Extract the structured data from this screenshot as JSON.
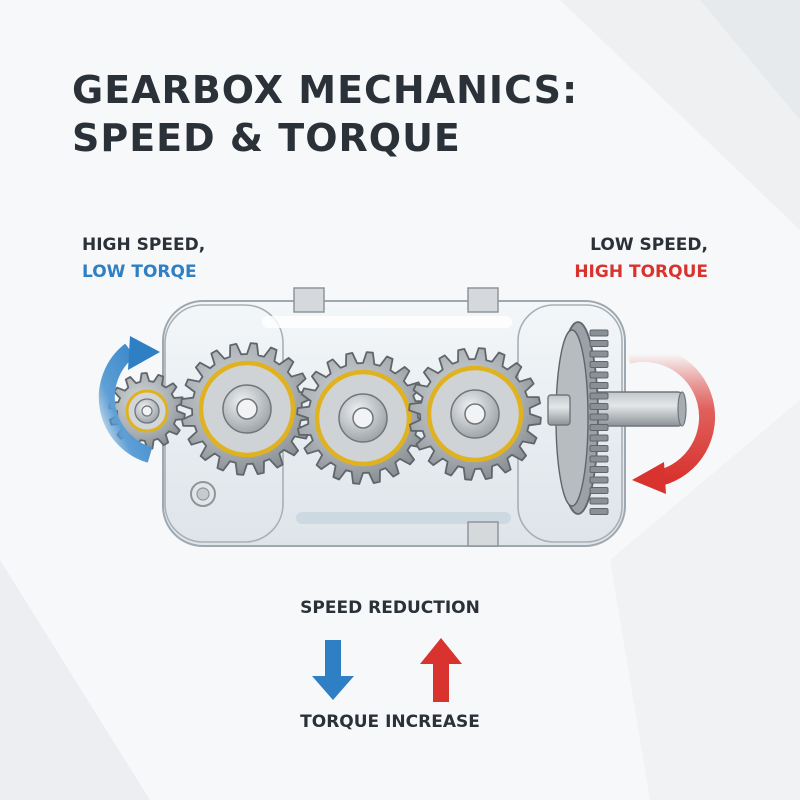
{
  "title": {
    "line1": "GEARBOX MECHANICS:",
    "line2": "SPEED & TORQUE"
  },
  "input_side": {
    "line1": "HIGH SPEED,",
    "line2": "LOW TORQE"
  },
  "output_side": {
    "line1": "LOW SPEED,",
    "line2": "HIGH TORQUE"
  },
  "captions": {
    "top": "SPEED REDUCTION",
    "bottom": "TORQUE INCREASE"
  },
  "colors": {
    "blue": "#2e7fc4",
    "red": "#d9332f",
    "gear_ring": "#e0b21f",
    "text": "#2b3138"
  }
}
